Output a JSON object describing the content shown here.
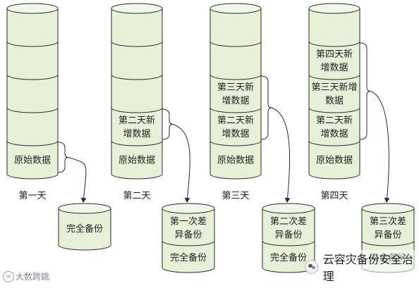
{
  "colors": {
    "segment_fill": "#e6f1d8",
    "stroke": "#2b2b2b",
    "cap_fill": "#f1f7ea"
  },
  "days": [
    {
      "label": "第一天",
      "segments": [
        "",
        "",
        "",
        "",
        "原始数据"
      ],
      "store": [
        "完全备份"
      ]
    },
    {
      "label": "第二天",
      "segments": [
        "",
        "",
        "",
        "第二天新\n增数据",
        "原始数据"
      ],
      "store": [
        "第一次差\n异备份",
        "完全备份"
      ]
    },
    {
      "label": "第三天",
      "segments": [
        "",
        "",
        "第三天新\n增数据",
        "第二天新\n增数据",
        "原始数据"
      ],
      "store": [
        "第二次差\n异备份",
        "完全备份"
      ]
    },
    {
      "label": "第四天",
      "segments": [
        "",
        "第四天新\n增数据",
        "第三天新增\n数据",
        "第二天新\n增数据",
        "原始数据"
      ],
      "store": [
        "第三次差\n异备份",
        "完全备份"
      ]
    }
  ],
  "watermark_left": "大数跨跳",
  "watermark_left_mark": "∞",
  "watermark_right": "云容灾备份安全治理"
}
